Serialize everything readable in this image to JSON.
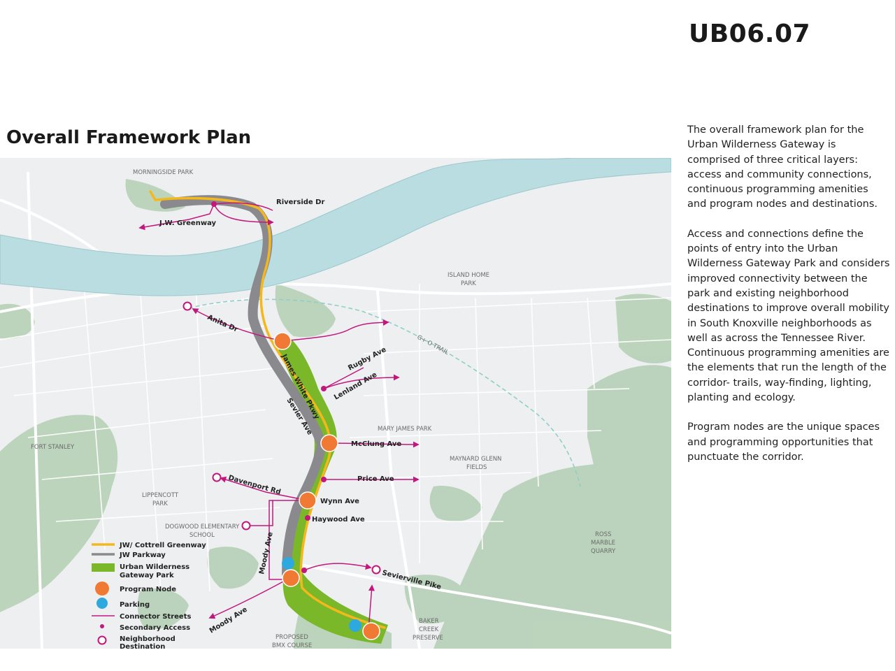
{
  "header": {
    "sheet_code": "UB06.07",
    "title": "Overall Framework Plan"
  },
  "description": {
    "paragraphs": [
      "The overall framework plan for the Urban Wilderness Gateway is comprised of three critical layers: access and community connections, continuous programming amenities and program nodes and destinations.",
      "Access and connections define the points of entry into the Urban Wilderness Gateway Park and considers improved connectivity between the park and existing neighborhood destinations to improve overall mobility in South Knoxville neighborhoods as well as across the Tennessee River. Continuous programming amenities are the elements that run the length of the corridor- trails, way-finding, lighting, planting and ecology.",
      "Program nodes are the unique spaces and programming opportunities that punctuate the corridor."
    ]
  },
  "map": {
    "colors": {
      "river": "#b9dde0",
      "greenway": "#f5b81c",
      "parkway": "#8a8a8e",
      "park": "#7ab82a",
      "program_node": "#f07a33",
      "parking": "#2ea9e0",
      "connector": "#c2187d",
      "green_area": "#a8c8a8"
    },
    "streets": {
      "riverside_dr": "Riverside Dr",
      "jw_greenway": "J.W. Greenway",
      "anita_dr": "Anita Dr",
      "james_white_pkwy": "James White Pkwy",
      "sevier_ave": "Sevier Ave",
      "rugby_ave": "Rugby Ave",
      "lenland_ave": "Lenland Ave",
      "mcclung_ave": "McClung Ave",
      "price_ave": "Price Ave",
      "davenport_rd": "Davenport Rd",
      "wynn_ave": "Wynn Ave",
      "haywood_ave": "Haywood Ave",
      "moody_ave_north": "Moody Ave",
      "moody_ave_south": "Moody Ave",
      "sevierville_pike": "Sevierville Pike",
      "trail": "G+ O TRAIL"
    },
    "places": {
      "morningside_park": "MORNINGSIDE PARK",
      "island_home_1": "ISLAND HOME",
      "island_home_2": "PARK",
      "fort_stanley": "FORT STANLEY",
      "mary_james_park": "MARY JAMES PARK",
      "maynard_1": "MAYNARD GLENN",
      "maynard_2": "FIELDS",
      "lippencott_1": "LIPPENCOTT",
      "lippencott_2": "PARK",
      "dogwood_1": "DOGWOOD ELEMENTARY",
      "dogwood_2": "SCHOOL",
      "ross_1": "ROSS",
      "ross_2": "MARBLE",
      "ross_3": "QUARRY",
      "baker_1": "BAKER",
      "baker_2": "CREEK",
      "baker_3": "PRESERVE",
      "bmx_1": "PROPOSED",
      "bmx_2": "BMX COURSE"
    },
    "legend": {
      "greenway": "JW/ Cottrell Greenway",
      "parkway": "JW Parkway",
      "park_1": "Urban Wilderness",
      "park_2": "Gateway Park",
      "program_node": "Program Node",
      "parking": "Parking",
      "connector": "Connector Streets",
      "secondary": "Secondary Access",
      "destination_1": "Neighborhood",
      "destination_2": "Destination"
    }
  }
}
